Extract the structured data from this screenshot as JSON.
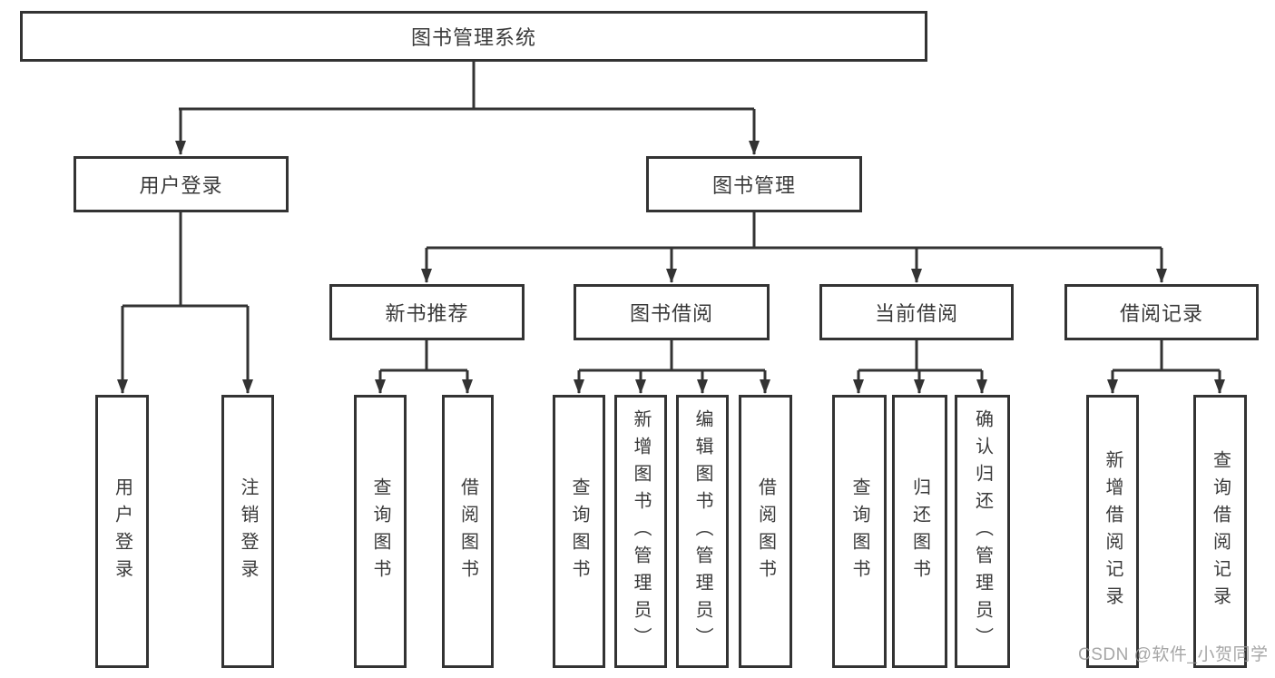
{
  "colors": {
    "line": "#333333",
    "text": "#3a3a3a",
    "background": "#ffffff",
    "watermark": "#969696"
  },
  "diagram": {
    "title": "图书管理系统",
    "level2": {
      "user_login": "用户登录",
      "book_mgmt": "图书管理"
    },
    "user_login_children": {
      "login": "用户登录",
      "logout": "注销登录"
    },
    "level3": {
      "new_book": "新书推荐",
      "book_borrow": "图书借阅",
      "current_borrow": "当前借阅",
      "borrow_records": "借阅记录"
    },
    "new_book_children": {
      "query": "查询图书",
      "borrow": "借阅图书"
    },
    "book_borrow_children": {
      "query": "查询图书",
      "add": "新增图书（管理员）",
      "edit": "编辑图书（管理员）",
      "borrow": "借阅图书"
    },
    "current_borrow_children": {
      "query": "查询图书",
      "return": "归还图书",
      "confirm": "确认归还（管理员）"
    },
    "borrow_records_children": {
      "add": "新增借阅记录",
      "query": "查询借阅记录"
    }
  },
  "watermark": "CSDN @软件_小贺同学"
}
